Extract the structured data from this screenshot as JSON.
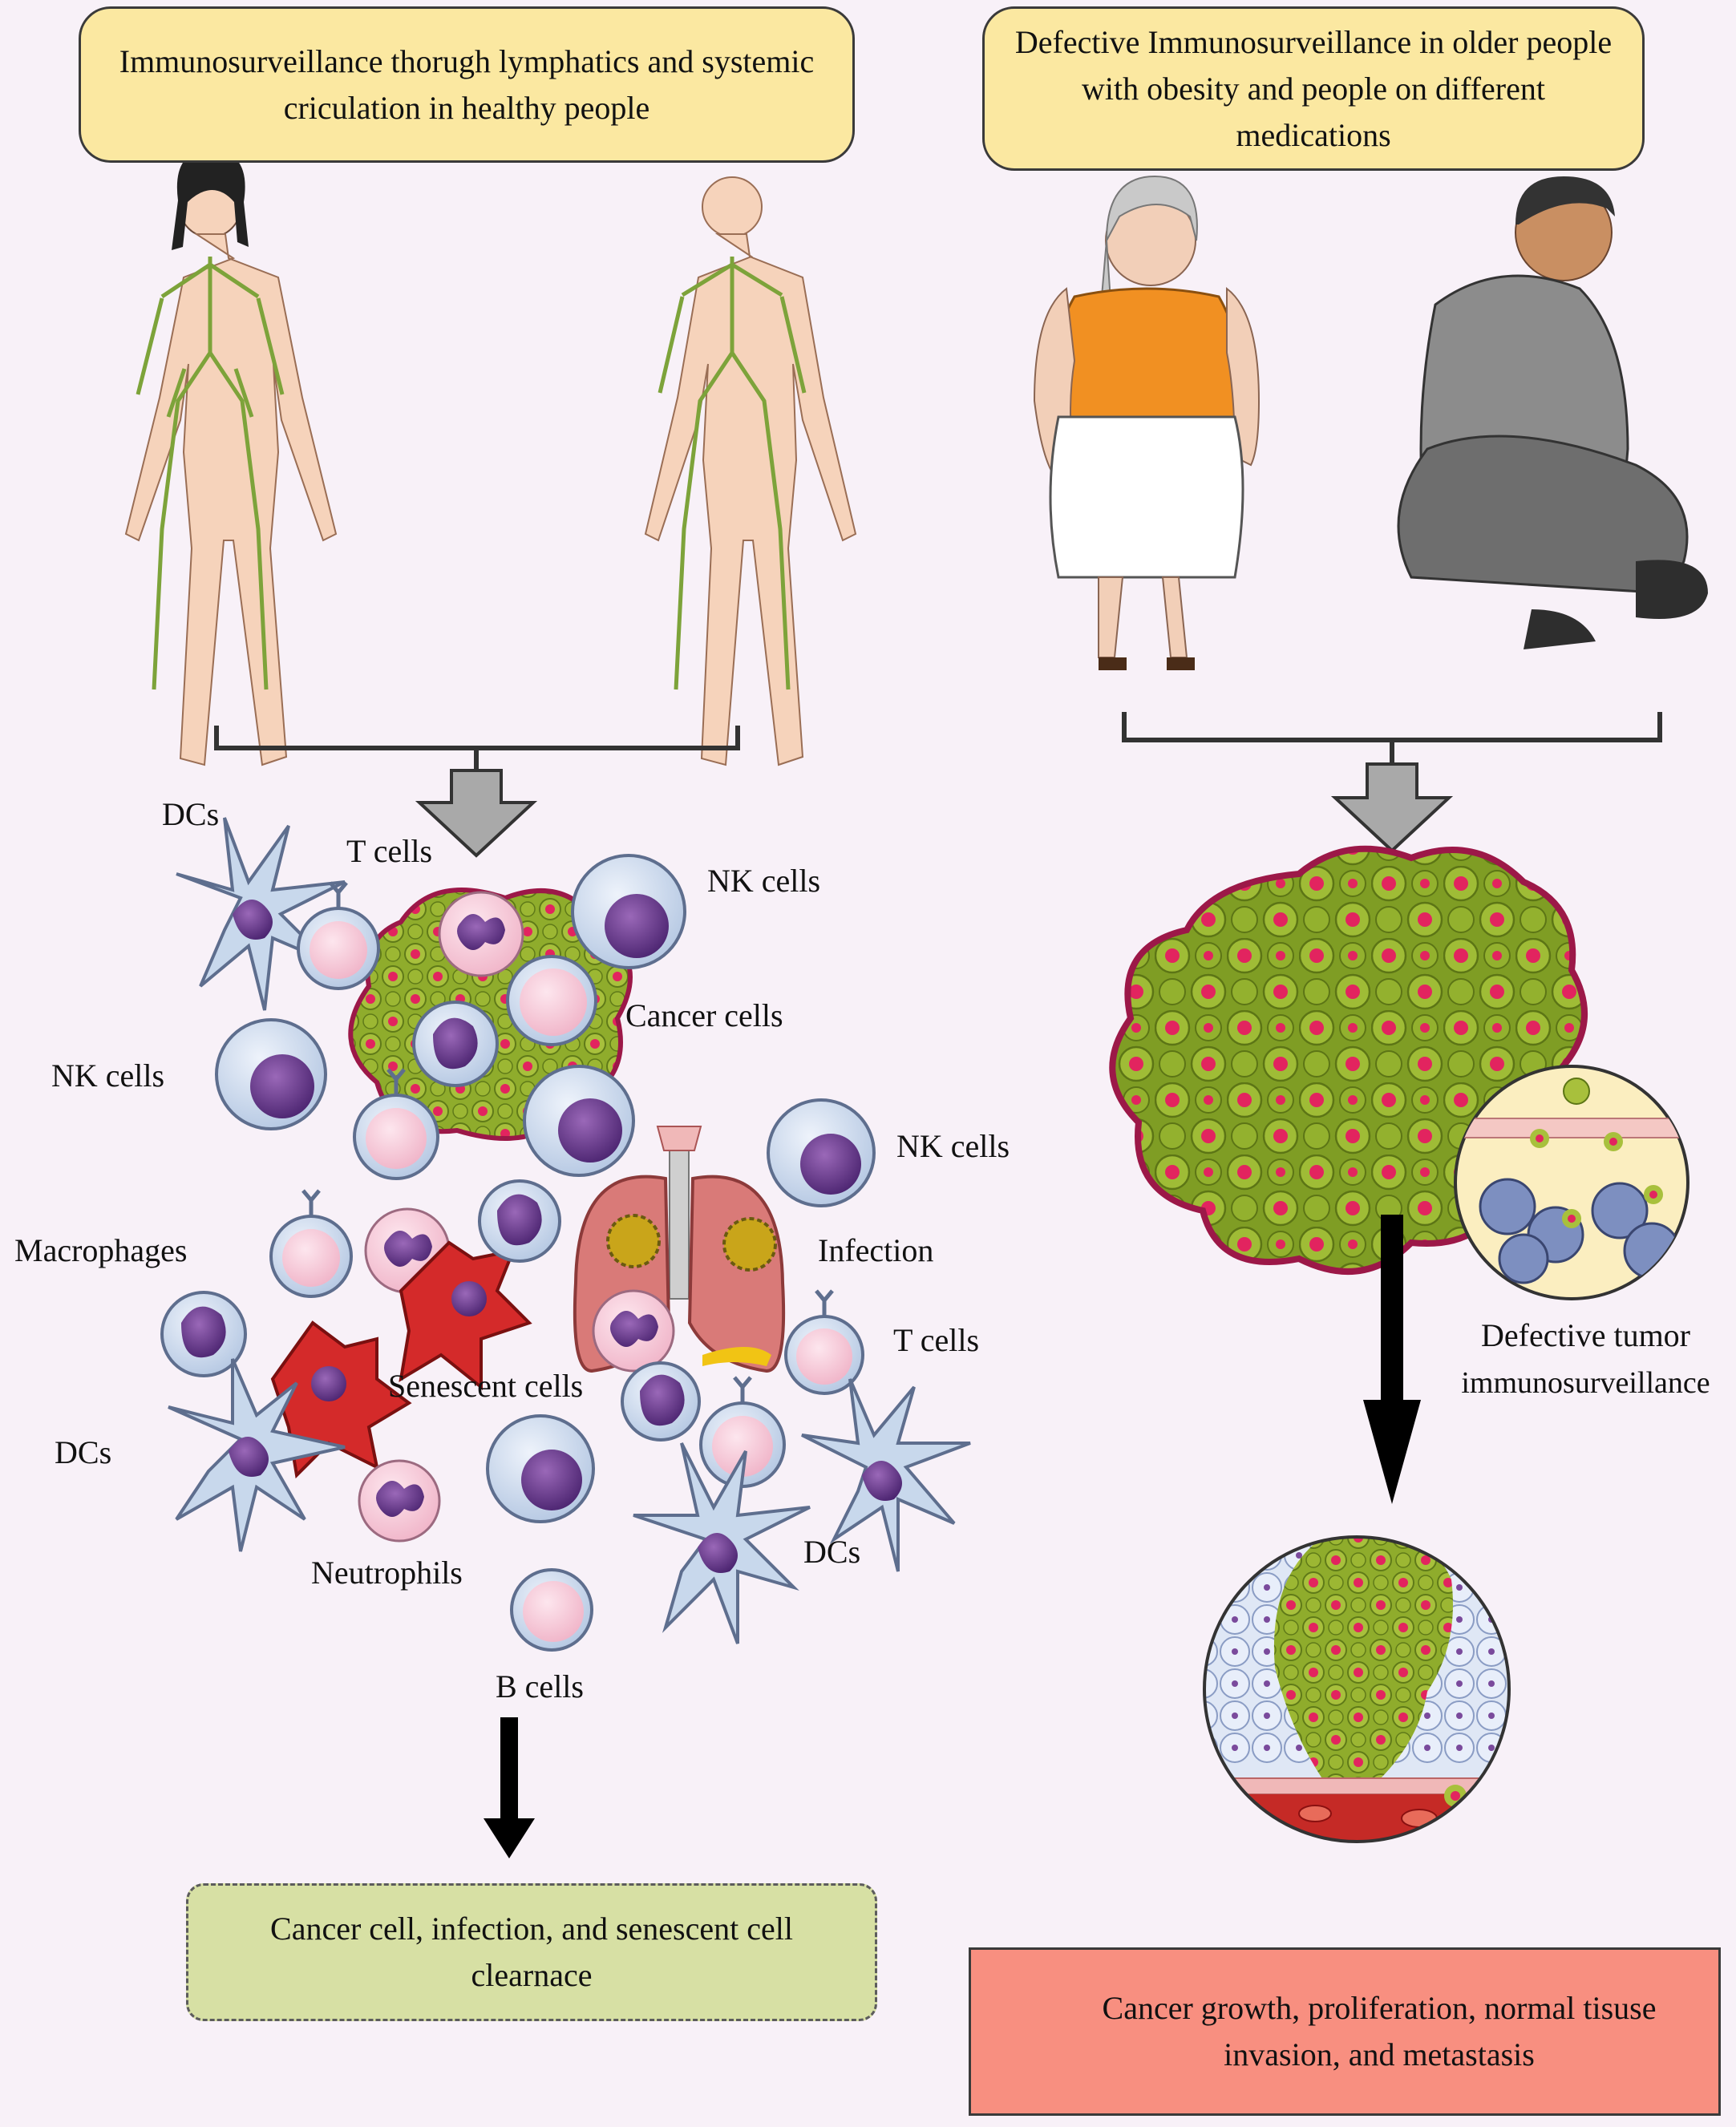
{
  "colors": {
    "background": "#f8f1f8",
    "callout_yellow": "#fbe8a1",
    "callout_green": "#d7e0a4",
    "callout_red": "#f88f80",
    "cancer_green": "#8fac2c",
    "cancer_nucleus": "#e2245f",
    "immune_cell": "#c8d8ec",
    "nucleus_purple": "#6a3d8a",
    "skin": "#f6d3bb",
    "lymph_green": "#7da33a"
  },
  "left_panel": {
    "header": "Immunosurveillance thorugh lymphatics and systemic criculation in healthy people",
    "labels": {
      "dcs_top": "DCs",
      "t_cells_top": "T cells",
      "nk_cells_right": "NK cells",
      "cancer_cells": "Cancer cells",
      "nk_cells_left": "NK cells",
      "nk_cells_mid": "NK cells",
      "macrophages": "Macrophages",
      "infection": "Infection",
      "t_cells_mid": "T cells",
      "senescent_cells": "Senescent cells",
      "dcs_left": "DCs",
      "dcs_right": "DCs",
      "neutrophils": "Neutrophils",
      "b_cells": "B cells"
    },
    "outcome": "Cancer cell, infection, and senescent cell clearnace"
  },
  "right_panel": {
    "header": "Defective Immunosurveillance in older people with obesity and people on different medications",
    "label_defective_line1": "Defective tumor",
    "label_defective_line2": "immunosurveillance",
    "outcome": "Cancer growth, proliferation, normal tisuse invasion, and metastasis",
    "outcome_icon": "up-arrow-icon"
  }
}
